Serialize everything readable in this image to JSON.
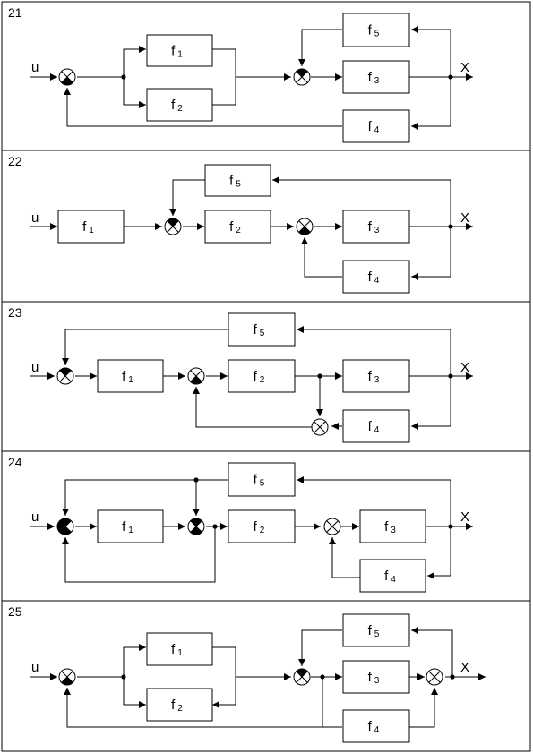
{
  "panels": [
    {
      "number": "21",
      "input_label": "u",
      "output_label": "X",
      "blocks": [
        {
          "id": "f1",
          "name": "f",
          "sub": "1"
        },
        {
          "id": "f2",
          "name": "f",
          "sub": "2"
        },
        {
          "id": "f3",
          "name": "f",
          "sub": "3"
        },
        {
          "id": "f4",
          "name": "f",
          "sub": "4"
        },
        {
          "id": "f5",
          "name": "f",
          "sub": "5"
        }
      ]
    },
    {
      "number": "22",
      "input_label": "u",
      "output_label": "X",
      "blocks": [
        {
          "id": "f1",
          "name": "f",
          "sub": "1"
        },
        {
          "id": "f2",
          "name": "f",
          "sub": "2"
        },
        {
          "id": "f3",
          "name": "f",
          "sub": "3"
        },
        {
          "id": "f4",
          "name": "f",
          "sub": "4"
        },
        {
          "id": "f5",
          "name": "f",
          "sub": "5"
        }
      ]
    },
    {
      "number": "23",
      "input_label": "u",
      "output_label": "X",
      "blocks": [
        {
          "id": "f1",
          "name": "f",
          "sub": "1"
        },
        {
          "id": "f2",
          "name": "f",
          "sub": "2"
        },
        {
          "id": "f3",
          "name": "f",
          "sub": "3"
        },
        {
          "id": "f4",
          "name": "f",
          "sub": "4"
        },
        {
          "id": "f5",
          "name": "f",
          "sub": "5"
        }
      ]
    },
    {
      "number": "24",
      "input_label": "u",
      "output_label": "X",
      "blocks": [
        {
          "id": "f1",
          "name": "f",
          "sub": "1"
        },
        {
          "id": "f2",
          "name": "f",
          "sub": "2"
        },
        {
          "id": "f3",
          "name": "f",
          "sub": "3"
        },
        {
          "id": "f4",
          "name": "f",
          "sub": "4"
        },
        {
          "id": "f5",
          "name": "f",
          "sub": "5"
        }
      ]
    },
    {
      "number": "25",
      "input_label": "u",
      "output_label": "X",
      "blocks": [
        {
          "id": "f1",
          "name": "f",
          "sub": "1"
        },
        {
          "id": "f2",
          "name": "f",
          "sub": "2"
        },
        {
          "id": "f3",
          "name": "f",
          "sub": "3"
        },
        {
          "id": "f4",
          "name": "f",
          "sub": "4"
        },
        {
          "id": "f5",
          "name": "f",
          "sub": "5"
        }
      ]
    }
  ]
}
